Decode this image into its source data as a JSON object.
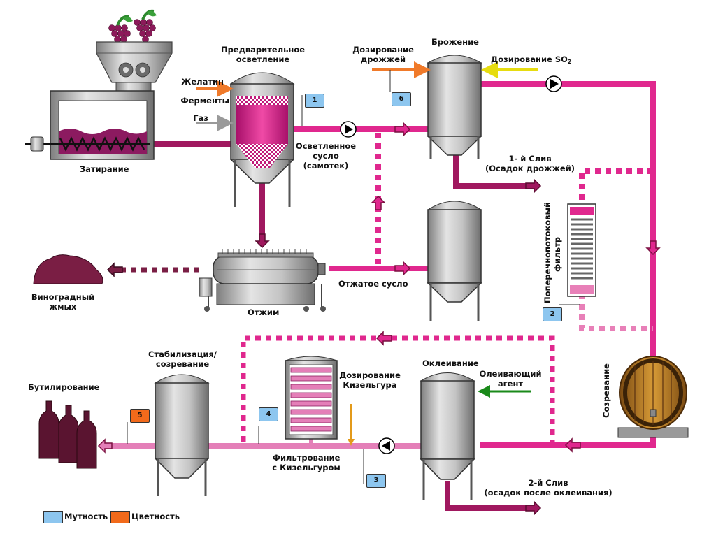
{
  "labels": {
    "zatiranie": "Затирание",
    "pre_clarif_1": "Предварительное",
    "pre_clarif_2": "осветление",
    "gelatin": "Желатин",
    "enzymes": "Ферменты",
    "gas": "Газ",
    "clarified_1": "Осветленное",
    "clarified_2": "сусло",
    "clarified_3": "(самотек)",
    "yeast_dose_1": "Дозирование",
    "yeast_dose_2": "дрожжей",
    "fermentation": "Брожение",
    "so2_dose": "Дозирование SO",
    "so2_sub": "2",
    "drain1_1": "1- й Слив",
    "drain1_2": "(Осадок дрожжей)",
    "crossflow_1": "Поперечнопотоковый",
    "crossflow_2": "фильтр",
    "pomace_1": "Виноградный",
    "pomace_2": "жмых",
    "pressing": "Отжим",
    "pressed_must": "Отжатое сусло",
    "stab_1": "Стабилизация/",
    "stab_2": "созревание",
    "bottling": "Бутилирование",
    "kiesel_dose_1": "Дозирование",
    "kiesel_dose_2": "Кизельгура",
    "fining": "Оклеивание",
    "fining_agent_1": "Олеивающий",
    "fining_agent_2": "агент",
    "maturation": "Созревание",
    "filtration_1": "Фильтрование",
    "filtration_2": "с Кизельгуром",
    "drain2_1": "2-й Слив",
    "drain2_2": "(осадок после оклеивания)"
  },
  "badges": {
    "b1": "1",
    "b2": "2",
    "b3": "3",
    "b4": "4",
    "b5": "5",
    "b6": "6"
  },
  "legend": {
    "turbidity": "Мутность",
    "color": "Цветность"
  },
  "colors": {
    "must": "#e0288e",
    "dark_must": "#a0185f",
    "light_wine": "#e47fb8",
    "steel": "#b5b5b5",
    "turbidity_badge": "#8dc6ef",
    "color_badge": "#f26a1b",
    "gelatin_line": "#f07a2a",
    "so2_line": "#e6dc10",
    "fining_agent_line": "#1a8a1a",
    "kieselguhr_line": "#e39a1a"
  }
}
